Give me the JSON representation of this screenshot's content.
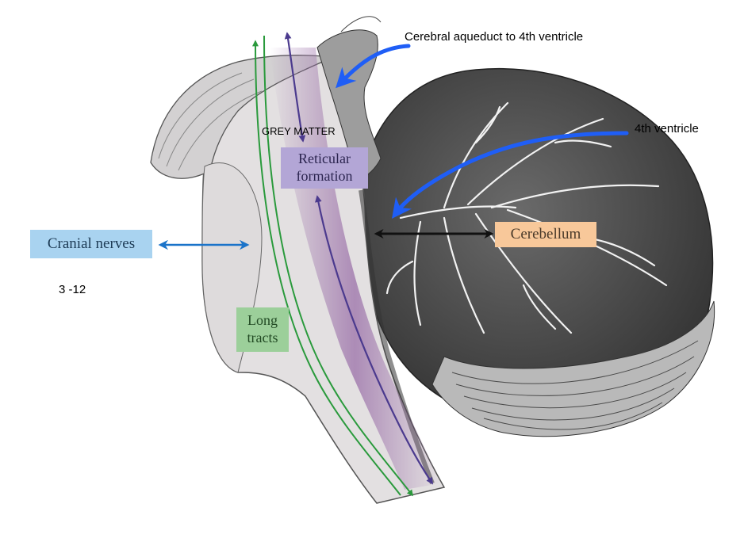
{
  "labels": {
    "aqueduct": "Cerebral aqueduct to 4th ventricle",
    "fourth_ventricle": "4th ventricle",
    "grey_matter": "GREY MATTER",
    "reticular_line1": "Reticular",
    "reticular_line2": "formation",
    "cerebellum": "Cerebellum",
    "cranial_nerves": "Cranial nerves",
    "cranial_range": "3 -12",
    "long_line1": "Long",
    "long_line2": "tracts"
  },
  "colors": {
    "blue_arrow": "#1f5ef6",
    "cranial_box": "#a9d3f0",
    "cranial_arrow": "#1a73c9",
    "reticular_box": "#b3a6d6",
    "reticular_band": "#9a6fa8",
    "purple_arrow": "#4b3a8e",
    "cerebellum_box": "#f8c89a",
    "long_tracts_box": "#9ccf9a",
    "green_line": "#2a9a3c",
    "brainstem_fill": "#e3e0e1",
    "cerebellum_fill": "#4a4a4a"
  }
}
